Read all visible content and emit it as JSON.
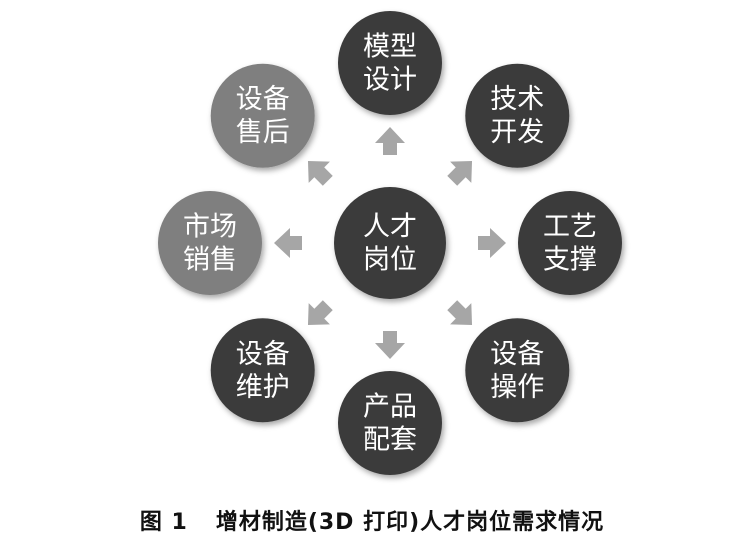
{
  "diagram": {
    "center": {
      "line1": "人才",
      "line2": "岗位"
    },
    "nodes": [
      {
        "id": "model-design",
        "line1": "模型",
        "line2": "设计",
        "fill": "#3b3b3b"
      },
      {
        "id": "tech-dev",
        "line1": "技术",
        "line2": "开发",
        "fill": "#3b3b3b"
      },
      {
        "id": "process-support",
        "line1": "工艺",
        "line2": "支撑",
        "fill": "#3b3b3b"
      },
      {
        "id": "equip-operation",
        "line1": "设备",
        "line2": "操作",
        "fill": "#3b3b3b"
      },
      {
        "id": "product-matching",
        "line1": "产品",
        "line2": "配套",
        "fill": "#3b3b3b"
      },
      {
        "id": "equip-maintenance",
        "line1": "设备",
        "line2": "维护",
        "fill": "#3b3b3b"
      },
      {
        "id": "market-sales",
        "line1": "市场",
        "line2": "销售",
        "fill": "#7f7f7f"
      },
      {
        "id": "equip-aftersales",
        "line1": "设备",
        "line2": "售后",
        "fill": "#7f7f7f"
      }
    ],
    "center_fill": "#3b3b3b",
    "arrow_color": "#a6a6a6"
  },
  "caption": {
    "label": "图 1",
    "text": "增材制造(3D 打印)人才岗位需求情况"
  }
}
